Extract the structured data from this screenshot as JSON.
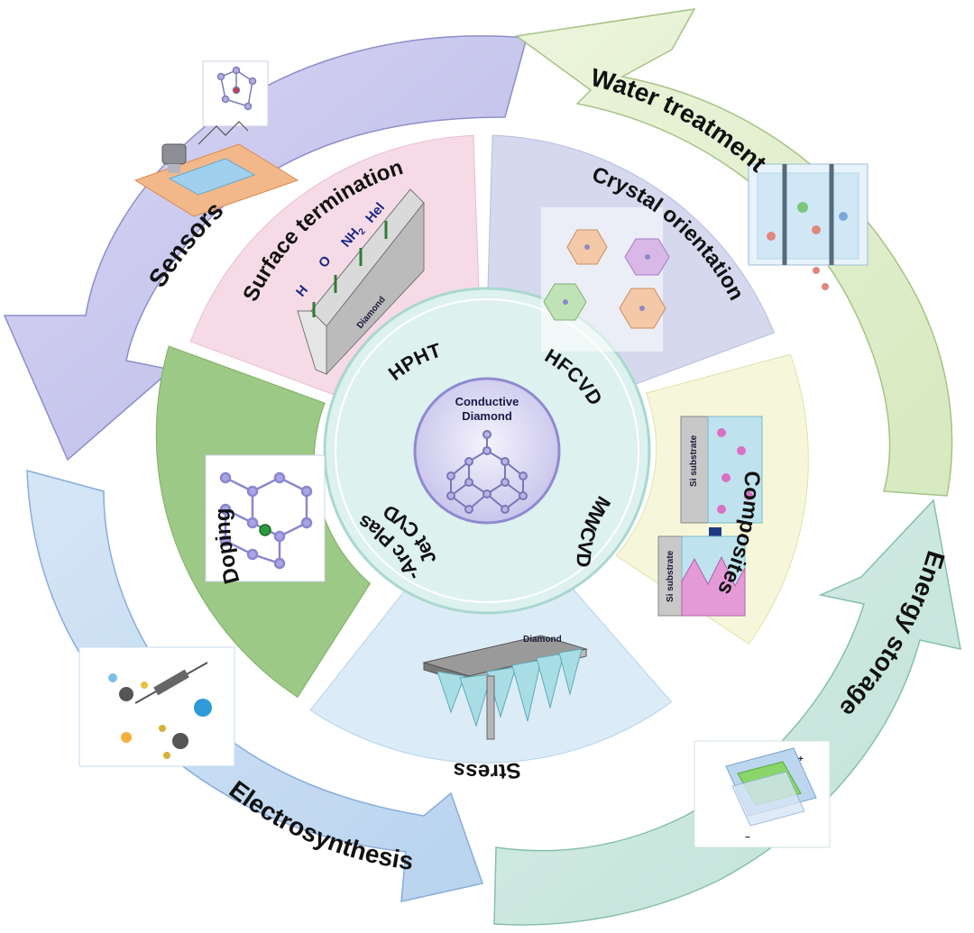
{
  "colors": {
    "sensors": "#c9c8ee",
    "water_treatment": "#dfeecb",
    "energy_storage": "#cbe8e0",
    "electrosynthesis": "#c6dcf2",
    "surface_termination": "#f6dbe7",
    "crystal_orientation": "#d6d9ee",
    "composites": "#f6f7da",
    "stress": "#dcecf7",
    "doping": "#9cc985",
    "inner_ring": "#ddf1ee",
    "core": "#d7d4f1"
  },
  "applications": {
    "sensors": "Sensors",
    "water_treatment": "Water treatment",
    "energy_storage": "Energy storage",
    "electrosynthesis": "Electrosynthesis"
  },
  "properties": {
    "surface_termination": "Surface termination",
    "crystal_orientation": "Crystal orientation",
    "composites": "Composites",
    "stress": "Stress",
    "doping": "Doping"
  },
  "surface_labels": {
    "h": "H",
    "o": "O",
    "nh2": "NH",
    "nh2_sub": "2",
    "hal": "Hel",
    "diamond": "Diamond"
  },
  "composite_labels": {
    "si_top": "Si substrate",
    "si_bottom": "Si substrate"
  },
  "stress_label": "Diamond",
  "methods": {
    "hpht": "HPHT",
    "hfcvd": "HFCVD",
    "mwcvd": "MWCVD",
    "dc_arc_1": "DC-Arc Plasma",
    "dc_arc_2": "Jet CVD"
  },
  "core": {
    "line1": "Conductive",
    "line2": "Diamond"
  }
}
